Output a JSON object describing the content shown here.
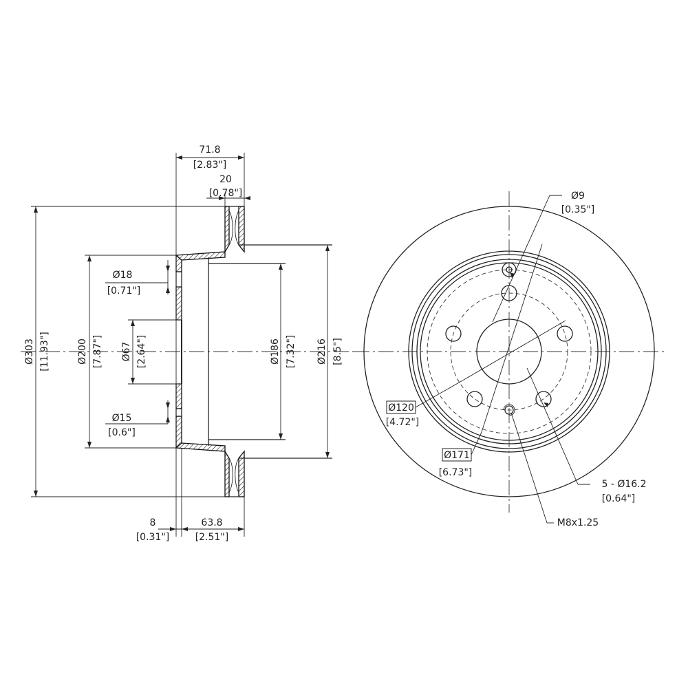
{
  "side_view": {
    "total_width": {
      "value": "71.8",
      "inch": "[2.83\"]"
    },
    "disc_thickness": {
      "value": "20",
      "inch": "[0.78\"]"
    },
    "outer_diameter": {
      "value": "Ø303",
      "inch": "[11.93\"]"
    },
    "hat_diameter": {
      "value": "Ø200",
      "inch": "[7.87\"]"
    },
    "hole_diameter_18": {
      "value": "Ø18",
      "inch": "[0.71\"]"
    },
    "center_bore": {
      "value": "Ø67",
      "inch": "[2.64\"]"
    },
    "hole_diameter_15": {
      "value": "Ø15",
      "inch": "[0.6\"]"
    },
    "inner_diameter": {
      "value": "Ø186",
      "inch": "[7.32\"]"
    },
    "drum_diameter": {
      "value": "Ø216",
      "inch": "[8.5\"]"
    },
    "flange_thickness": {
      "value": "8",
      "inch": "[0.31\"]"
    },
    "hat_height": {
      "value": "63.8",
      "inch": "[2.51\"]"
    }
  },
  "front_view": {
    "small_hole": {
      "value": "Ø9",
      "inch": "[0.35\"]"
    },
    "bolt_circle": {
      "value": "Ø120",
      "inch": "[4.72\"]"
    },
    "pcd_171": {
      "value": "Ø171",
      "inch": "[6.73\"]"
    },
    "bolt_holes": {
      "value": "5 - Ø16.2",
      "inch": "[0.64\"]"
    },
    "thread": {
      "value": "M8x1.25"
    }
  }
}
